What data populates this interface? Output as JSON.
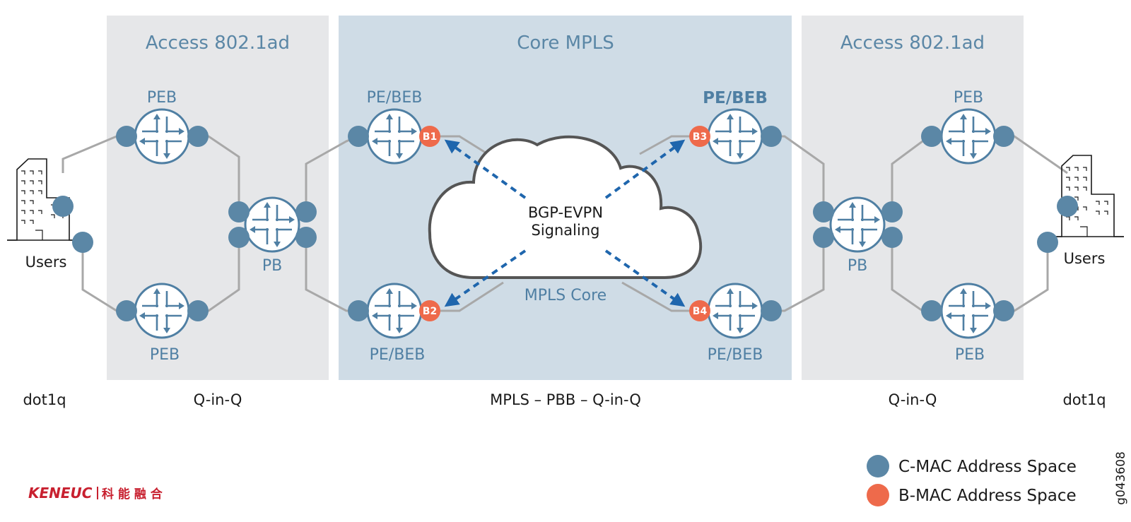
{
  "zones": {
    "access_left": "Access 802.1ad",
    "core": "Core MPLS",
    "access_right": "Access 802.1ad"
  },
  "routers": {
    "peb_top_left": "PEB",
    "peb_bottom_left": "PEB",
    "pb_left": "PB",
    "pebeb_top_left": "PE/BEB",
    "pebeb_bottom_left": "PE/BEB",
    "pebeb_top_right": "PE/BEB",
    "pebeb_bottom_right": "PE/BEB",
    "pb_right": "PB",
    "peb_top_right": "PEB",
    "peb_bottom_right": "PEB"
  },
  "badges": {
    "b1": "B1",
    "b2": "B2",
    "b3": "B3",
    "b4": "B4"
  },
  "cloud": {
    "line1": "BGP-EVPN",
    "line2": "Signaling"
  },
  "mpls_core_label": "MPLS Core",
  "users": {
    "left": "Users",
    "right": "Users"
  },
  "bottom_labels": {
    "left_dot1q": "dot1q",
    "left_qinq": "Q-in-Q",
    "core": "MPLS – PBB – Q-in-Q",
    "right_qinq": "Q-in-Q",
    "right_dot1q": "dot1q"
  },
  "legend": {
    "cmac": "C-MAC Address Space",
    "bmac": "B-MAC Address Space"
  },
  "figure_id": "g043608",
  "brand": {
    "latin": "KENEUC",
    "chinese": "科 能 融 合"
  },
  "colors": {
    "cmac_port": "#5b87a6",
    "bmac_port": "#ee6a4b",
    "access_zone": "#e6e7e9",
    "core_zone": "#cfdce6",
    "signal_arrow": "#1f66ad",
    "link": "#a8a8a8"
  },
  "icons": {
    "router": "router-icon",
    "building": "building-icon",
    "cloud": "cloud-icon"
  }
}
